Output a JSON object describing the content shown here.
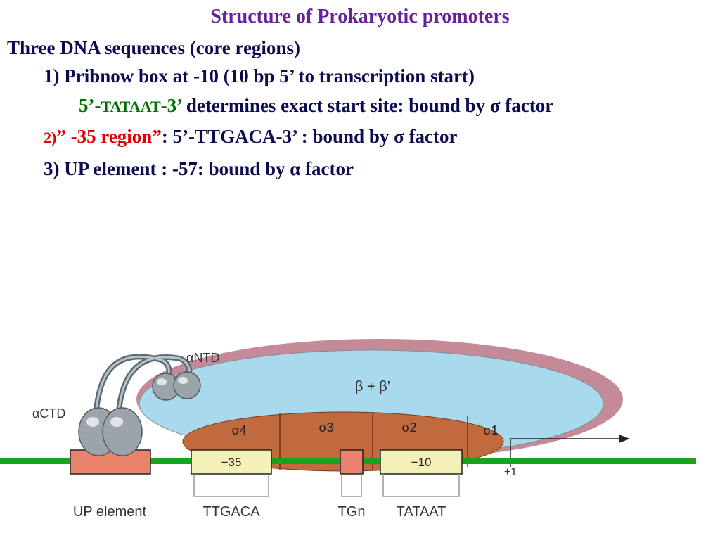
{
  "title": "Structure of Prokaryotic promoters",
  "line1": "Three DNA sequences (core regions)",
  "line2": "1) Pribnow box at -10 (10 bp 5’ to transcription start)",
  "line3": {
    "seq_prefix": "5’-",
    "seq_core": "TATAAT",
    "seq_suffix": "-3’",
    "rest": " determines exact start site: bound by σ factor"
  },
  "line4": {
    "num": "2)",
    "region": "” -35 region”",
    "rest": ": 5’-TTGACA-3’ : bound by σ factor"
  },
  "line5": "3) UP element : -57: bound by α factor",
  "diagram": {
    "alpha_ntd": "αNTD",
    "alpha_ctd": "αCTD",
    "beta": "β + β’",
    "sigma4": "σ4",
    "sigma3": "σ3",
    "sigma2": "σ2",
    "sigma1": "σ1",
    "box35": "−35",
    "box10": "−10",
    "plus1": "+1",
    "up_element": "UP element",
    "ttgaca": "TTGACA",
    "tgn": "TGn",
    "tataat": "TATAAT",
    "colors": {
      "dna": "#1aa31a",
      "beta_fill": "#a9d9ec",
      "beta_rim": "#c58a98",
      "sigma_fill": "#c06a3e",
      "box_fill": "#f3f0b8",
      "up_fill": "#e9826a",
      "alpha": "#9ba3ab"
    }
  }
}
